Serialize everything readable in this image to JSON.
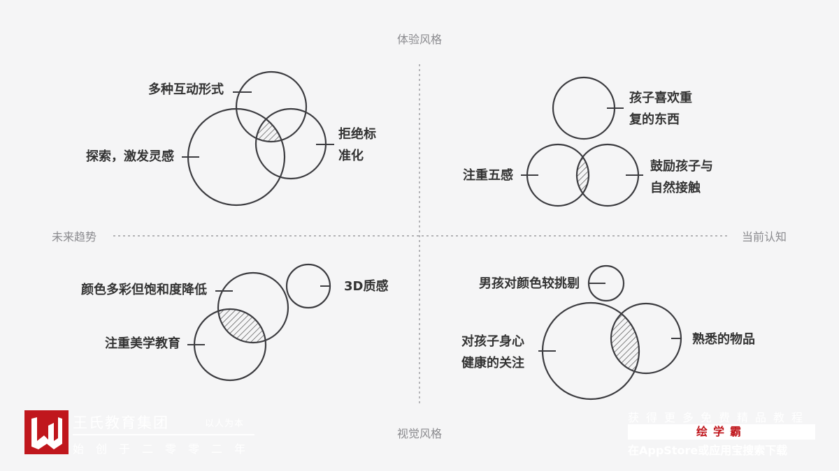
{
  "axes": {
    "top": "体验风格",
    "bottom": "视觉风格",
    "left": "未来趋势",
    "right": "当前认知"
  },
  "quadrants": {
    "top_left": {
      "labels": [
        "多种互动形式",
        "探索，激发灵感",
        "拒绝标",
        "准化"
      ]
    },
    "top_right": {
      "labels": [
        "孩子喜欢重",
        "复的东西",
        "注重五感",
        "鼓励孩子与",
        "自然接触"
      ]
    },
    "bottom_left": {
      "labels": [
        "颜色多彩但饱和度降低",
        "3D质感",
        "注重美学教育"
      ]
    },
    "bottom_right": {
      "labels": [
        "男孩对颜色较挑剔",
        "对孩子身心",
        "健康的关注",
        "熟悉的物品"
      ]
    }
  },
  "watermark_left": {
    "name": "王氏教育集团",
    "slogan": "以人为本",
    "since": "始创于二零零二年"
  },
  "watermark_right": {
    "line1": "获得更多免费精品教程",
    "brand": "绘学霸",
    "line3": "在AppStore或应用宝搜索下载"
  },
  "colors": {
    "stroke": "#3c3c40",
    "text": "#333333",
    "axis": "#8a8a8e",
    "brand": "#c0171d"
  }
}
